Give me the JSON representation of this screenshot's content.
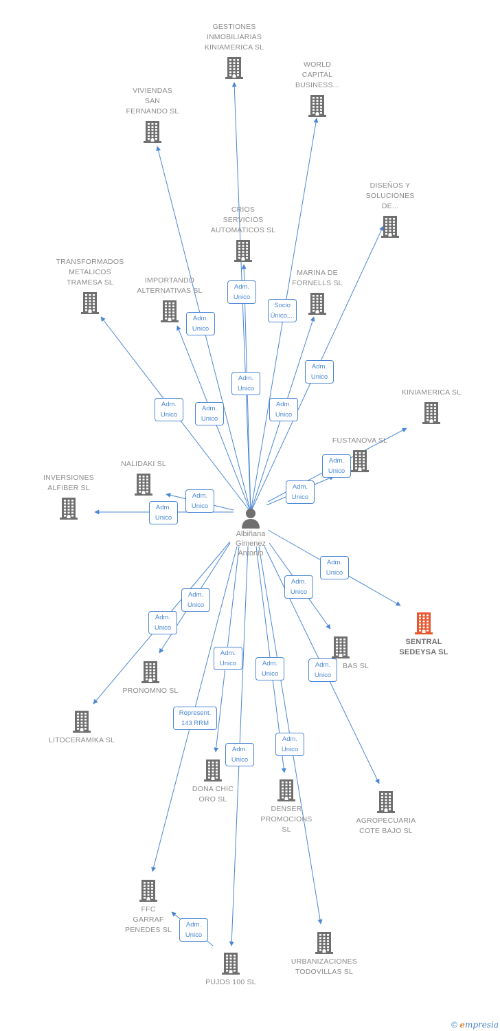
{
  "colors": {
    "edge": "#4a86d4",
    "building": "#6f6f6f",
    "building_highlight": "#e8562e",
    "label_text": "#8a8a8a"
  },
  "person": {
    "name_lines": [
      "Albiñana",
      "Gimenez",
      "Antonio"
    ],
    "icon": "person-icon"
  },
  "companies": [
    {
      "id": "gestiones",
      "lines": [
        "GESTIONES",
        "INMOBILIARIAS",
        "KINIAMERICA SL"
      ],
      "icon": "building-icon"
    },
    {
      "id": "world",
      "lines": [
        "WORLD",
        "CAPITAL",
        "BUSINESS..."
      ],
      "icon": "building-icon"
    },
    {
      "id": "viviendas",
      "lines": [
        "VIVIENDAS",
        "SAN",
        "FERNANDO SL"
      ],
      "icon": "building-icon"
    },
    {
      "id": "disenos",
      "lines": [
        "DISEÑOS Y",
        "SOLUCIONES",
        "DE..."
      ],
      "icon": "building-icon"
    },
    {
      "id": "crios",
      "lines": [
        "CRIOS",
        "SERVICIOS",
        "AUTOMATICOS SL"
      ],
      "icon": "building-icon"
    },
    {
      "id": "transformados",
      "lines": [
        "TRANSFORMADOS",
        "METALICOS",
        "TRAMESA SL"
      ],
      "icon": "building-icon"
    },
    {
      "id": "importando",
      "lines": [
        "IMPORTANDO",
        "ALTERNATIVAS SL"
      ],
      "icon": "building-icon"
    },
    {
      "id": "marina",
      "lines": [
        "MARINA DE",
        "FORNELLS SL"
      ],
      "icon": "building-icon"
    },
    {
      "id": "kiniamerica",
      "lines": [
        "KINIAMERICA SL"
      ],
      "icon": "building-icon"
    },
    {
      "id": "fustanova",
      "lines": [
        "FUSTANOVA SL"
      ],
      "icon": "building-icon"
    },
    {
      "id": "nalidaki",
      "lines": [
        "NALIDAKI SL"
      ],
      "icon": "building-icon"
    },
    {
      "id": "inversiones",
      "lines": [
        "INVERSIONES",
        "ALFIBER SL"
      ],
      "icon": "building-icon"
    },
    {
      "id": "sentral",
      "lines": [
        "SENTRAL",
        "SEDEYSA SL"
      ],
      "icon": "building-icon",
      "highlight": true
    },
    {
      "id": "bas",
      "lines": [
        "BAS SL"
      ],
      "icon": "building-icon"
    },
    {
      "id": "pronomno",
      "lines": [
        "PRONOMNO SL"
      ],
      "icon": "building-icon"
    },
    {
      "id": "litoceramika",
      "lines": [
        "LITOCERAMIKA SL"
      ],
      "icon": "building-icon"
    },
    {
      "id": "donachic",
      "lines": [
        "DONA CHIC",
        "ORO SL"
      ],
      "icon": "building-icon"
    },
    {
      "id": "denser",
      "lines": [
        "DENSER",
        "PROMOCIONS",
        "SL"
      ],
      "icon": "building-icon"
    },
    {
      "id": "agropecuaria",
      "lines": [
        "AGROPECUARIA",
        "COTE BAJO SL"
      ],
      "icon": "building-icon"
    },
    {
      "id": "ffc",
      "lines": [
        "FFC",
        "GARRAF",
        "PENEDES SL"
      ],
      "icon": "building-icon"
    },
    {
      "id": "pujos",
      "lines": [
        "PUJOS 100 SL"
      ],
      "icon": "building-icon"
    },
    {
      "id": "urbanizaciones",
      "lines": [
        "URBANIZACIONES",
        "TODOVILLAS SL"
      ],
      "icon": "building-icon"
    }
  ],
  "relations": [
    {
      "id": "r-gestiones",
      "label": [
        "Adm.",
        "Unico"
      ]
    },
    {
      "id": "r-world",
      "label": [
        "Socio",
        "Único,..."
      ]
    },
    {
      "id": "r-viviendas",
      "label": [
        "Adm.",
        "Unico"
      ]
    },
    {
      "id": "r-disenos",
      "label": [
        "Adm.",
        "Unico"
      ]
    },
    {
      "id": "r-crios",
      "label": [
        "Adm.",
        "Unico"
      ]
    },
    {
      "id": "r-transformados",
      "label": [
        "Adm.",
        "Unico"
      ]
    },
    {
      "id": "r-importando",
      "label": [
        "Adm.",
        "Unico"
      ]
    },
    {
      "id": "r-marina",
      "label": [
        "Adm.",
        "Unico"
      ]
    },
    {
      "id": "r-kiniamerica",
      "label": [
        "Adm.",
        "Unico"
      ]
    },
    {
      "id": "r-fustanova",
      "label": [
        "Adm.",
        "Unico"
      ]
    },
    {
      "id": "r-nalidaki",
      "label": [
        "Adm.",
        "Unico"
      ]
    },
    {
      "id": "r-inversiones",
      "label": [
        "Adm.",
        "Unico"
      ]
    },
    {
      "id": "r-sentral",
      "label": [
        "Adm.",
        "Unico"
      ]
    },
    {
      "id": "r-bas",
      "label": [
        "Adm.",
        "Unico"
      ]
    },
    {
      "id": "r-pronomno",
      "label": [
        "Adm.",
        "Unico"
      ]
    },
    {
      "id": "r-litoceramika",
      "label": [
        "Adm.",
        "Unico"
      ]
    },
    {
      "id": "r-donachic",
      "label": [
        "Adm.",
        "Unico"
      ]
    },
    {
      "id": "r-denser",
      "label": [
        "Adm.",
        "Unico"
      ]
    },
    {
      "id": "r-agropecuaria",
      "label": [
        "Adm.",
        "Unico"
      ]
    },
    {
      "id": "r-ffc",
      "label": [
        "Represent.",
        "143 RRM"
      ]
    },
    {
      "id": "r-pujos",
      "label": [
        "Adm.",
        "Unico"
      ]
    },
    {
      "id": "r-urbanizaciones",
      "label": [
        "Adm.",
        "Unico"
      ]
    },
    {
      "id": "r-pujos-ffc",
      "label": [
        "Adm.",
        "Unico"
      ]
    }
  ],
  "footer": {
    "copyright": "©",
    "brand_initial": "e",
    "brand_rest": "mpresia"
  }
}
